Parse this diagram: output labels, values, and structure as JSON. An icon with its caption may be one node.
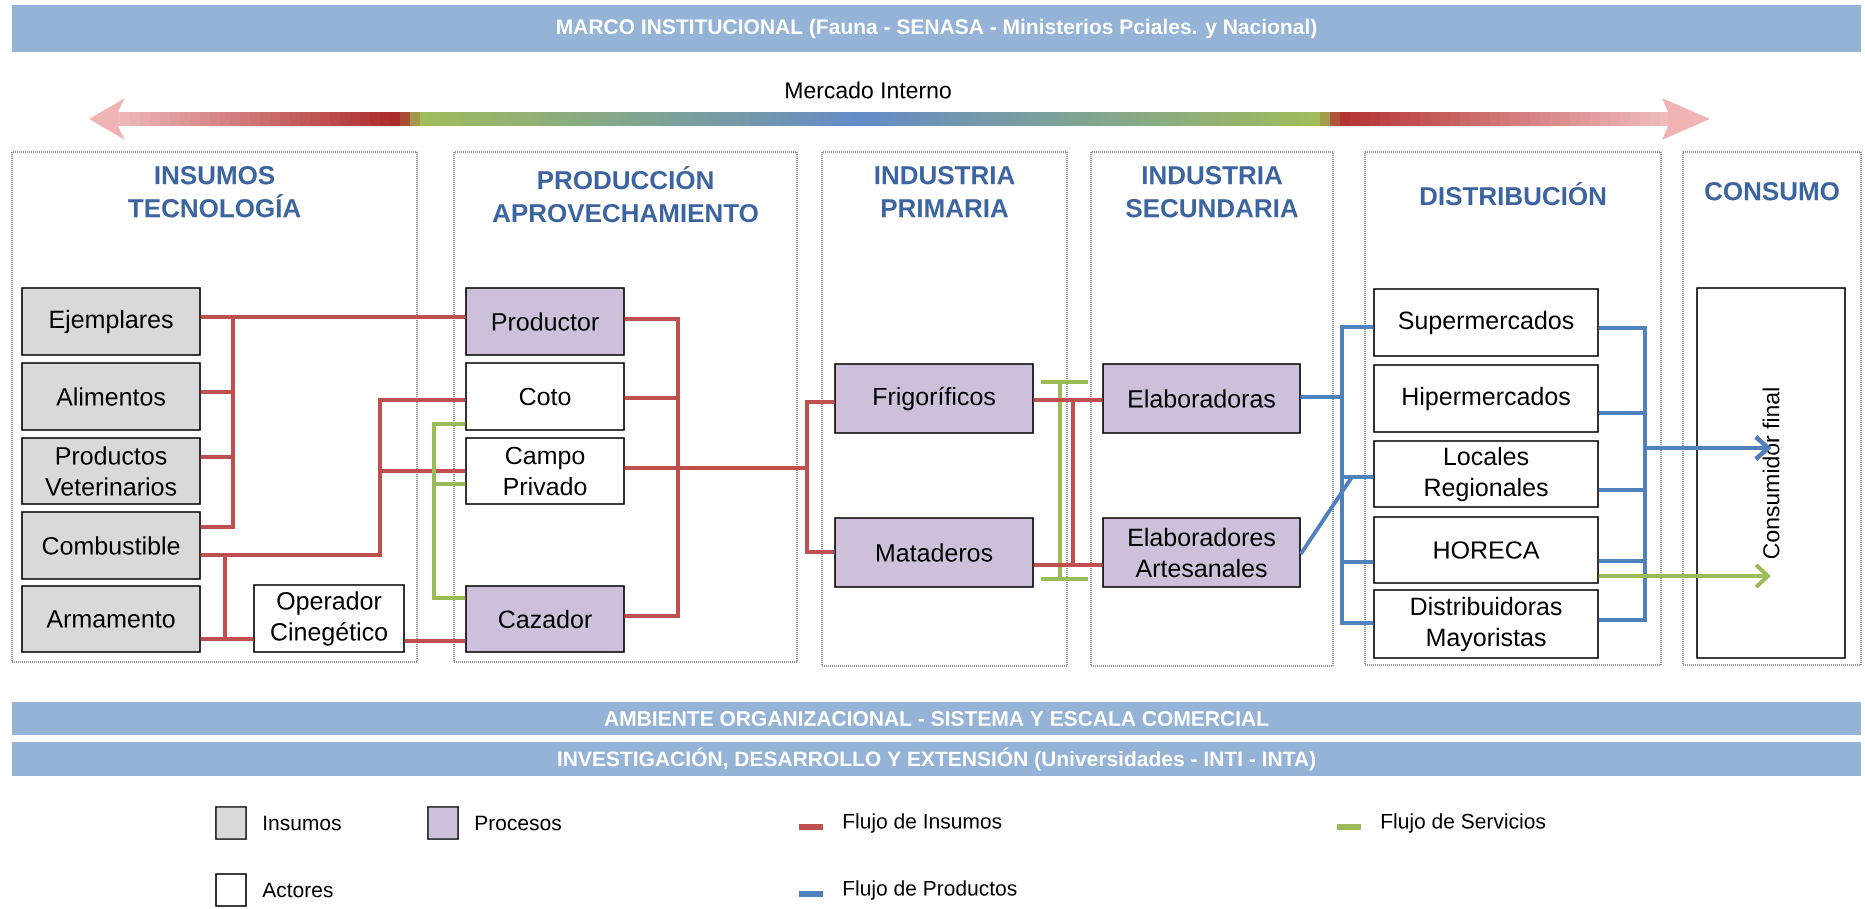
{
  "diagram": {
    "nodes": [
      {
        "text": [
          "MARCO INSTITUCIONAL (Fauna - SENASA - Ministerios Pciales. y Nacional)"
        ]
      },
      {
        "text": [
          "INSUMOS TECNOLOGÍA"
        ]
      },
      {
        "text": [
          "Ejemplares"
        ],
        "in": 1
      },
      {
        "text": [
          "Alimentos"
        ],
        "in": 1
      },
      {
        "text": [
          "Productos Veterinarios"
        ],
        "in": 1
      },
      {
        "text": [
          "Combustible"
        ],
        "in": 1
      },
      {
        "text": [
          "Armamento"
        ],
        "in": 1
      },
      {
        "text": [
          "Operador Cinegético"
        ],
        "in": 1
      },
      {
        "text": [
          "PRODUCCIÓN APROVECHAMIENTO"
        ]
      },
      {
        "text": [
          "Productor"
        ],
        "in": 8
      },
      {
        "text": [
          "Coto"
        ],
        "in": 8
      },
      {
        "text": [
          "Campo Privado"
        ],
        "in": 8
      },
      {
        "text": [
          "Cazador"
        ],
        "in": 8
      },
      {
        "text": [
          "INDUSTRIA PRIMARIA"
        ]
      },
      {
        "text": [
          "Frigoríficos"
        ],
        "in": 13
      },
      {
        "text": [
          "Mataderos"
        ],
        "in": 13
      },
      {
        "text": [
          "INDUSTRIA SECUNDARIA"
        ]
      },
      {
        "text": [
          "Elaboradoras"
        ],
        "in": 16
      },
      {
        "text": [
          "Elaboradores Artesanales"
        ],
        "in": 16
      },
      {
        "text": [
          "DISTRIBUCIÓN"
        ]
      },
      {
        "text": [
          "Supermercados"
        ],
        "in": 19
      },
      {
        "text": [
          "Hipermercados"
        ],
        "in": 19
      },
      {
        "text": [
          "Locales Regionales"
        ],
        "in": 19
      },
      {
        "text": [
          "HORECA"
        ],
        "in": 19
      },
      {
        "text": [
          "Distribuidoras Mayoristas"
        ],
        "in": 19
      },
      {
        "text": [
          "CONSUMO"
        ]
      },
      {
        "text": [
          "Consumidor final"
        ],
        "in": 25
      },
      {
        "text": [
          "AMBIENTE ORGANIZACIONAL - SISTEMA Y ESCALA COMERCIAL"
        ]
      },
      {
        "text": [
          "INVESTIGACIÓN, DESARROLLO Y EXTENSIÓN (Universidades - INTI - INTA)"
        ]
      }
    ],
    "edges": [
      {
        "from": 2,
        "to": 9,
        "arrow": "none"
      },
      {
        "from": 3,
        "to": 9,
        "arrow": "none"
      },
      {
        "from": 4,
        "to": 9,
        "arrow": "none"
      },
      {
        "from": 5,
        "to": 9,
        "arrow": "none"
      },
      {
        "from": 5,
        "to": 10,
        "arrow": "none"
      },
      {
        "from": 5,
        "to": 11,
        "arrow": "none"
      },
      {
        "from": 5,
        "to": 7,
        "arrow": "none"
      },
      {
        "from": 6,
        "to": 7,
        "arrow": "none"
      },
      {
        "from": 7,
        "to": 12,
        "arrow": "none"
      },
      {
        "from": 9,
        "to": 14,
        "arrow": "none"
      },
      {
        "from": 9,
        "to": 15,
        "arrow": "none"
      },
      {
        "from": 10,
        "to": 14,
        "arrow": "none"
      },
      {
        "from": 10,
        "to": 15,
        "arrow": "none"
      },
      {
        "from": 11,
        "to": 14,
        "arrow": "none"
      },
      {
        "from": 11,
        "to": 15,
        "arrow": "none"
      },
      {
        "from": 12,
        "to": 14,
        "arrow": "none"
      },
      {
        "from": 12,
        "to": 15,
        "arrow": "none"
      },
      {
        "from": 10,
        "to": 11,
        "arrow": "none",
        "color": "#9bbb59"
      },
      {
        "from": 11,
        "to": 12,
        "arrow": "none",
        "color": "#9bbb59"
      },
      {
        "from": 14,
        "to": 17,
        "arrow": "none"
      },
      {
        "from": 15,
        "to": 18,
        "arrow": "none"
      },
      {
        "from": 14,
        "to": 18,
        "arrow": "none"
      },
      {
        "from": 17,
        "to": 20,
        "arrow": "none",
        "color": "#4f81bd"
      },
      {
        "from": 17,
        "to": 22,
        "arrow": "none",
        "color": "#4f81bd"
      },
      {
        "from": 17,
        "to": 23,
        "arrow": "none",
        "color": "#4f81bd"
      },
      {
        "from": 17,
        "to": 24,
        "arrow": "none",
        "color": "#4f81bd"
      },
      {
        "from": 18,
        "to": 22,
        "arrow": "none",
        "color": "#4f81bd"
      },
      {
        "from": 20,
        "to": 26,
        "arrow": "to",
        "color": "#4f81bd"
      },
      {
        "from": 21,
        "to": 26,
        "arrow": "to",
        "color": "#4f81bd"
      },
      {
        "from": 22,
        "to": 26,
        "arrow": "to",
        "color": "#4f81bd"
      },
      {
        "from": 23,
        "to": 26,
        "arrow": "to",
        "color": "#4f81bd"
      },
      {
        "from": 24,
        "to": 26,
        "arrow": "to",
        "color": "#4f81bd"
      },
      {
        "from": 23,
        "to": 26,
        "arrow": "to",
        "color": "#9bbb59"
      }
    ],
    "labels": [
      "Mercado Interno"
    ],
    "legend": [
      {
        "text": "Insumos",
        "color": "#d9d9d9"
      },
      {
        "text": "Procesos",
        "color": "#ccc0da"
      },
      {
        "text": "Flujo de Insumos",
        "color": "#c0504d"
      },
      {
        "text": "Flujo de Servicios",
        "color": "#9bbb59"
      },
      {
        "text": "Actores"
      },
      {
        "text": "Flujo de Productos",
        "color": "#4f81bd"
      }
    ]
  }
}
